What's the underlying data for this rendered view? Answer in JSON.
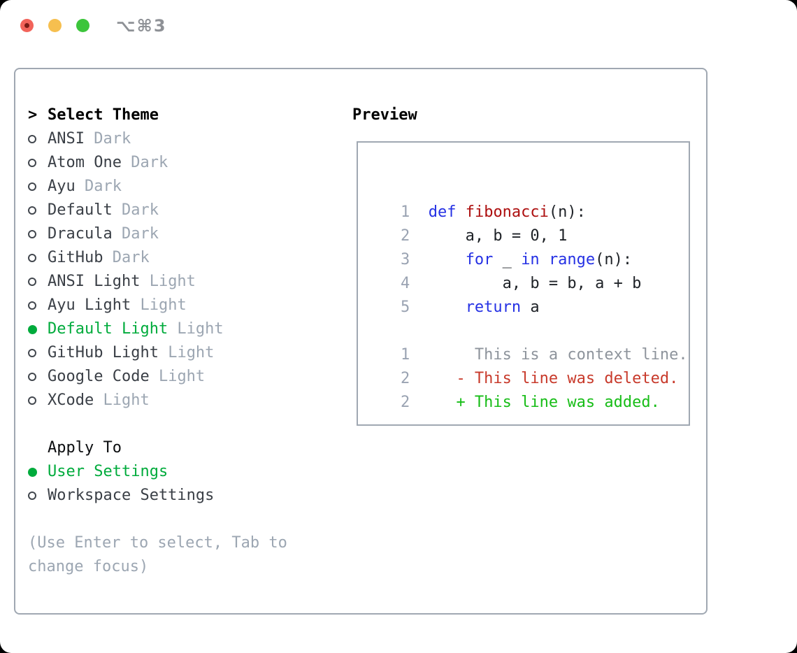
{
  "window": {
    "title": "⌥⌘3"
  },
  "theme_picker": {
    "prompt": ">",
    "title": "Select Theme",
    "items": [
      {
        "name": "ANSI",
        "variant": "Dark",
        "selected": false
      },
      {
        "name": "Atom One",
        "variant": "Dark",
        "selected": false
      },
      {
        "name": "Ayu",
        "variant": "Dark",
        "selected": false
      },
      {
        "name": "Default",
        "variant": "Dark",
        "selected": false
      },
      {
        "name": "Dracula",
        "variant": "Dark",
        "selected": false
      },
      {
        "name": "GitHub",
        "variant": "Dark",
        "selected": false
      },
      {
        "name": "ANSI Light",
        "variant": "Light",
        "selected": false
      },
      {
        "name": "Ayu Light",
        "variant": "Light",
        "selected": false
      },
      {
        "name": "Default Light",
        "variant": "Light",
        "selected": true
      },
      {
        "name": "GitHub Light",
        "variant": "Light",
        "selected": false
      },
      {
        "name": "Google Code",
        "variant": "Light",
        "selected": false
      },
      {
        "name": "XCode",
        "variant": "Light",
        "selected": false
      }
    ],
    "apply_title": "Apply To",
    "apply_options": [
      {
        "label": "User Settings",
        "selected": true
      },
      {
        "label": "Workspace Settings",
        "selected": false
      }
    ],
    "help": "(Use Enter to select, Tab to\nchange focus)"
  },
  "preview": {
    "title": "Preview",
    "lines": [
      {
        "num": "1",
        "tokens": [
          {
            "t": "def",
            "c": "kw"
          },
          {
            "t": " ",
            "c": "pl"
          },
          {
            "t": "fibonacci",
            "c": "fn"
          },
          {
            "t": "(n):",
            "c": "pl"
          }
        ]
      },
      {
        "num": "2",
        "tokens": [
          {
            "t": "    a, b = 0, 1",
            "c": "pl"
          }
        ]
      },
      {
        "num": "3",
        "tokens": [
          {
            "t": "    ",
            "c": "pl"
          },
          {
            "t": "for",
            "c": "kw"
          },
          {
            "t": " _ ",
            "c": "pl"
          },
          {
            "t": "in",
            "c": "kw"
          },
          {
            "t": " ",
            "c": "pl"
          },
          {
            "t": "range",
            "c": "kw"
          },
          {
            "t": "(n):",
            "c": "pl"
          }
        ]
      },
      {
        "num": "4",
        "tokens": [
          {
            "t": "        a, b = b, a + b",
            "c": "pl"
          }
        ]
      },
      {
        "num": "5",
        "tokens": [
          {
            "t": "    ",
            "c": "pl"
          },
          {
            "t": "return",
            "c": "kw"
          },
          {
            "t": " a",
            "c": "pl"
          }
        ]
      },
      {
        "num": "",
        "tokens": []
      },
      {
        "num": "1",
        "tokens": [
          {
            "t": "     This is a context line.",
            "c": "ctx"
          }
        ]
      },
      {
        "num": "2",
        "tokens": [
          {
            "t": "   - This line was deleted.",
            "c": "del"
          }
        ]
      },
      {
        "num": "2",
        "tokens": [
          {
            "t": "   + This line was added.",
            "c": "add"
          }
        ]
      }
    ]
  },
  "colors": {
    "accent_green": "#00ab3c",
    "added_green": "#17bd17",
    "deleted_red": "#c83a2b",
    "keyword_blue": "#2531e4",
    "function_red": "#ad0f0f",
    "muted_gray": "#9ca6b2",
    "line_number_gray": "#9aa3b2",
    "traffic_red": "#f2635a",
    "traffic_yellow": "#f6bf4f",
    "traffic_green": "#3cc53b"
  }
}
